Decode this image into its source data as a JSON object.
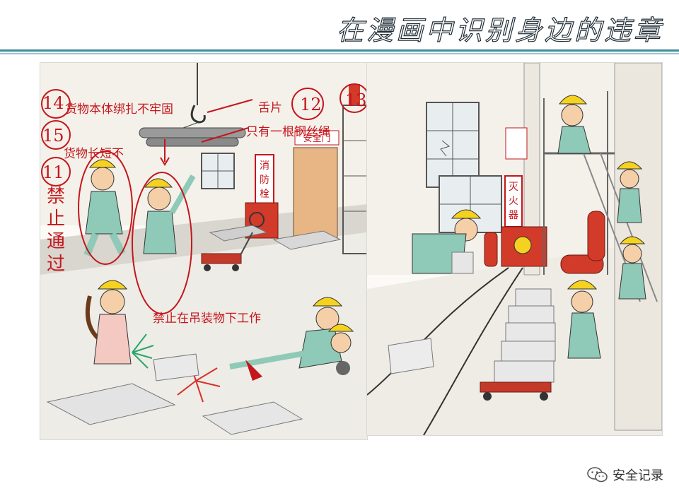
{
  "title": "在漫画中识别身边的违章",
  "left_labels": {
    "n14": "14",
    "cargo_not_tight": "货物本体绑扎不牢固",
    "n15": "15",
    "cargo_length": "货物长短不",
    "n11": "11",
    "no_passing": [
      "禁",
      "止",
      "通",
      "过"
    ],
    "tongue": "舌片",
    "n12": "12",
    "n13": "13",
    "one_wire": "只有一根钢丝绳",
    "no_work_under": "禁止在吊装物下工作",
    "fire_hydrant": "消防栓",
    "exit_door": "安全门"
  },
  "right_labels": {
    "extinguisher": "灭火器"
  },
  "footer": {
    "icon": "wechat-icon",
    "text": "安全记录"
  },
  "colors": {
    "annotation": "#c4161c",
    "helmet": "#f5d21f",
    "uniform": "#8fc9b8",
    "rule": "#3f8a9e"
  }
}
